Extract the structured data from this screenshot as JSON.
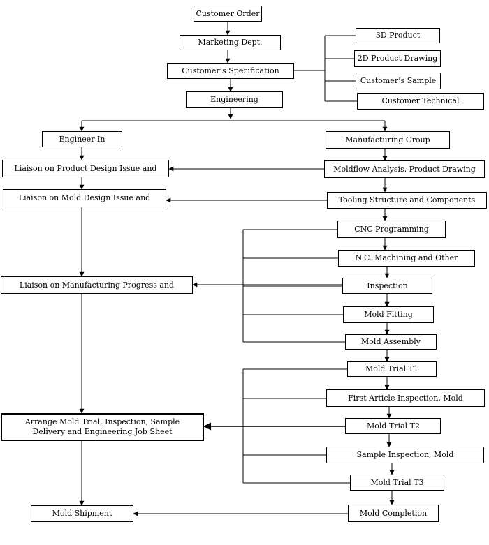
{
  "boxes": {
    "customer_order": "Customer Order",
    "marketing_dept": "Marketing Dept.",
    "customer_specification": "Customer’s Specification",
    "engineering": "Engineering",
    "product_3d": "3D Product",
    "product_drawing_2d": "2D Product Drawing",
    "customer_sample": "Customer’s Sample",
    "customer_technical": "Customer Technical",
    "engineer_in": "Engineer In",
    "manufacturing_group": "Manufacturing Group",
    "liaison_product_design": "Liaison on Product Design Issue and",
    "moldflow_analysis": "Moldflow Analysis, Product Drawing",
    "liaison_mold_design": "Liaison on Mold Design Issue and",
    "tooling_structure": "Tooling Structure and Components",
    "cnc_programming": "CNC  Programming",
    "nc_machining": "N.C. Machining and Other",
    "liaison_manufacturing": "Liaison on Manufacturing Progress and",
    "inspection": "Inspection",
    "mold_fitting": "Mold Fitting",
    "mold_assembly": "Mold Assembly",
    "mold_trial_t1": "Mold Trial T1",
    "first_article_inspection": "First Article Inspection, Mold",
    "arrange_mold_trial_line1": "Arrange Mold Trial, Inspection, Sample",
    "arrange_mold_trial_line2": "Delivery and Engineering Job Sheet",
    "mold_trial_t2": "Mold Trial T2",
    "sample_inspection": "Sample Inspection, Mold",
    "mold_trial_t3": "Mold Trial T3",
    "mold_shipment": "Mold Shipment",
    "mold_completion": "Mold Completion"
  }
}
